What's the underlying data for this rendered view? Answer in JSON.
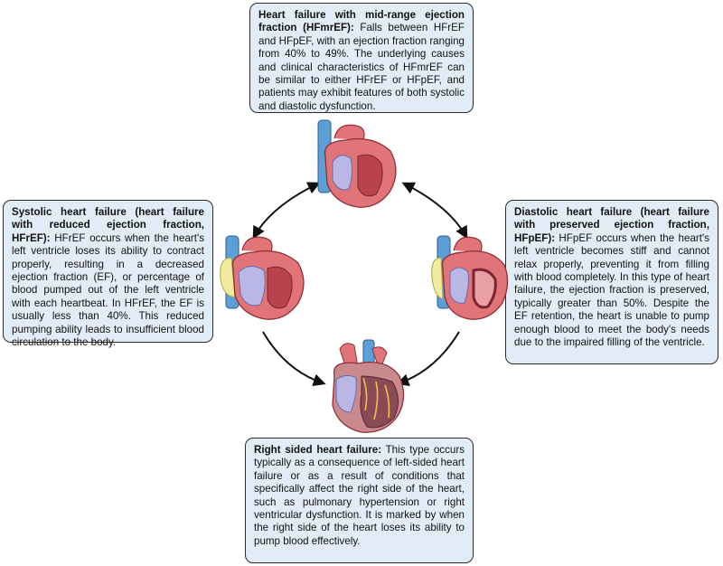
{
  "boxes": {
    "top": {
      "heading": "Heart failure with mid-range ejection fraction (HFmrEF):",
      "body": " Falls between HFrEF and HFpEF, with an ejection fraction ranging from 40% to 49%. The underlying causes and clinical characteristics of HFmrEF can be similar to either HFrEF or HFpEF, and patients may exhibit features of both systolic and diastolic dysfunction."
    },
    "left": {
      "heading": "Systolic heart failure (heart failure with reduced ejection fraction, HFrEF):",
      "body": " HFrEF occurs when the heart's left ventricle loses its ability to contract properly, resulting in a decreased ejection fraction (EF), or percentage of blood pumped out of the left ventricle with each heartbeat. In HFrEF, the EF is usually less than 40%. This reduced pumping ability leads to insufficient blood circulation to the body."
    },
    "right": {
      "heading": "Diastolic heart failure (heart failure with preserved ejection fraction, HFpEF):",
      "body": " HFpEF occurs when the heart's left ventricle becomes stiff and cannot relax properly, preventing it from filling with blood completely. In this type of heart failure, the ejection fraction is preserved, typically greater than 50%. Despite the EF retention, the heart is unable to pump enough blood to meet the body's needs due to the impaired filling of the ventricle."
    },
    "bottom": {
      "heading": "Right sided heart failure:",
      "body": " This type occurs typically as a consequence of left-sided heart failure or as a result of conditions that specifically affect the right side of the heart, such as pulmonary hypertension or right ventricular dysfunction. It is marked by when the right side of the heart loses its ability to pump blood effectively."
    }
  },
  "colors": {
    "box_fill": "#e2ecf6",
    "heart_red": "#e07478",
    "heart_dark": "#b8434d",
    "vessel_blue": "#5b9fd6",
    "chamber_lavender": "#b9b7e3",
    "fat_yellow": "#f1ec9c",
    "arrow": "#111111"
  },
  "icons": [
    "heart-mid-range-icon",
    "heart-reduced-ef-icon",
    "heart-preserved-ef-icon",
    "heart-right-sided-icon"
  ]
}
